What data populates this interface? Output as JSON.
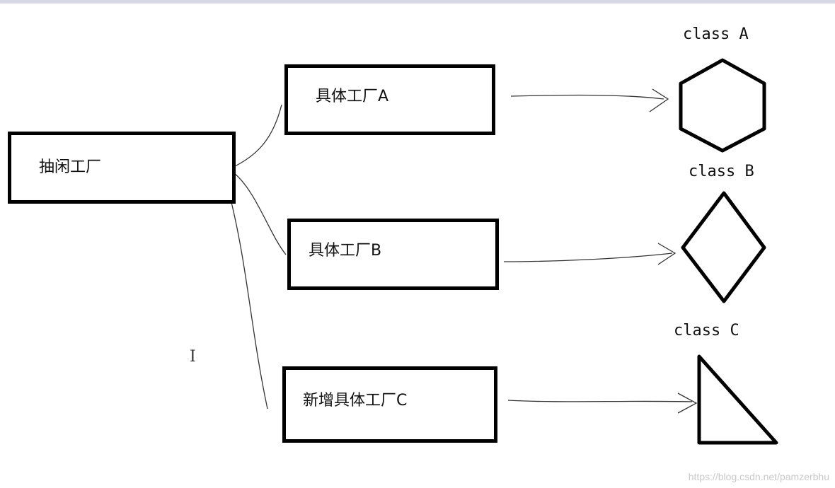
{
  "abstract_factory": {
    "label": "抽闲工厂"
  },
  "factories": [
    {
      "label": "具体工厂A"
    },
    {
      "label": "具体工厂B"
    },
    {
      "label": "新增具体工厂C"
    }
  ],
  "classes": [
    {
      "label": "class A",
      "shape": "hexagon"
    },
    {
      "label": "class B",
      "shape": "diamond"
    },
    {
      "label": "class C",
      "shape": "right-triangle"
    }
  ],
  "watermark": "https://blog.csdn.net/pamzerbhu",
  "colors": {
    "stroke": "#000000",
    "thin_line": "#333333",
    "top_bar": "#d8d8e6"
  }
}
